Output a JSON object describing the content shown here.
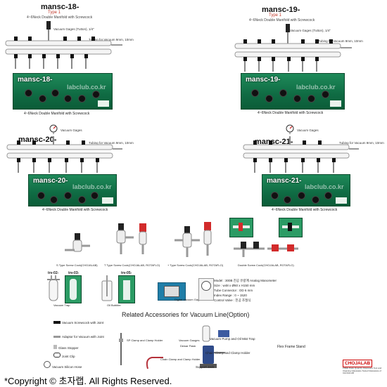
{
  "manifold_18": {
    "model": "mansc-18-",
    "type": "Type 1",
    "subtitle": "4~6Neck Double Manifold with Screwcock",
    "label_gauge": "Vacuum Gages (Tutton), 1/4\"",
    "label_tubing": "Tubing for Vacuum 9mm, 10mm",
    "photo_model": "mansc-18-",
    "photo_watermark": "labclub.co.kr",
    "caption": "4~6Neck Double Manifold with Screwcock"
  },
  "manifold_19": {
    "model": "mansc-19-",
    "type": "Type 1",
    "subtitle": "4~6Neck Double Manifold with Screwcock",
    "label_gauge": "Vacuum Gages (Tutton), 1/4\"",
    "label_tubing": "Tubing for Vacuum 9mm, 10mm",
    "photo_model": "mansc-19-",
    "photo_watermark": "labclub.co.kr",
    "caption": "4~6Neck Double Manifold with Screwcock"
  },
  "manifold_20": {
    "model": "mansc-20-",
    "label_gauge": "Vacuum Gages",
    "label_tubing": "Tubing for Vacuum 9mm, 10mm",
    "photo_model": "mansc-20-",
    "photo_watermark": "labclub.co.kr",
    "caption": "4~6Neck Double Manifold with Screwcock"
  },
  "manifold_21": {
    "model": "mansc-21-",
    "label_gauge": "Vacuum Gages",
    "label_tubing": "Tubing for Vacuum 9mm, 10mm",
    "photo_model": "mansc-21-",
    "photo_watermark": "labclub.co.kr",
    "caption": "4~6Neck Double Manifold with Screwcock"
  },
  "cocks": {
    "items": [
      "S Type Screw Cock(CHOJALAB)",
      "T Type Screw Cock(CHOJALAB, ROTAFLO)",
      "+ Type Screw Cock(CHOJALAB, ROTAFLO)",
      "Double Screw Cock(CHOJALAB, ROTAFLO)"
    ]
  },
  "middle_row": {
    "trap_tag_1": "trv-02-",
    "trap_tag_2": "trv-03-",
    "trap_tag_3": "trv-05-",
    "vacuum_trap": "Vacuum Trap",
    "oil_bubbler": "Oil Bubbler",
    "digital_gage": "Digital Vacuum Gages",
    "spec_model": "Model : 300B 진공 유량계 Analog Manometer",
    "spec_size": "Size : w48 x Ø60 x H150 mm",
    "spec_tube": "Tube Connector : OD 6 mm",
    "spec_range": "Index Range : 0 ~ 1520",
    "spec_valve": "Control Valve : 진공 조절식"
  },
  "accessories": {
    "heading": "Related Accessories for Vacuum Line(Option)",
    "items": [
      "Vacuum Screwcock with Joint",
      "Adaptor for Vacuum with Joint",
      "Glass Stopper",
      "Joint Clip",
      "Vacuum Silicon Hose",
      "SP Clamp and Clamp Holder",
      "Chain Clamp and Clamp Holder",
      "Vacuum Gauges",
      "Dewar Flask",
      "Vacuum Pump and Oil Mist Trap",
      "Chain Clamp and Clamp Holder",
      "Support Jack",
      "Flex Frame Stand"
    ]
  },
  "brand": {
    "name": "CHOJALAB",
    "subtext": "FREE Flask Quantity Glassware Test and Cleaning Glassware Tested Glassware of CHOJALAB"
  },
  "footer": {
    "copyright": "*Copyright © 초자랩.    All Rights Reserved."
  },
  "colors": {
    "photo_green": "#0f6b43",
    "brand_red": "#cc0000",
    "stopcock_red": "#d22b2b"
  }
}
